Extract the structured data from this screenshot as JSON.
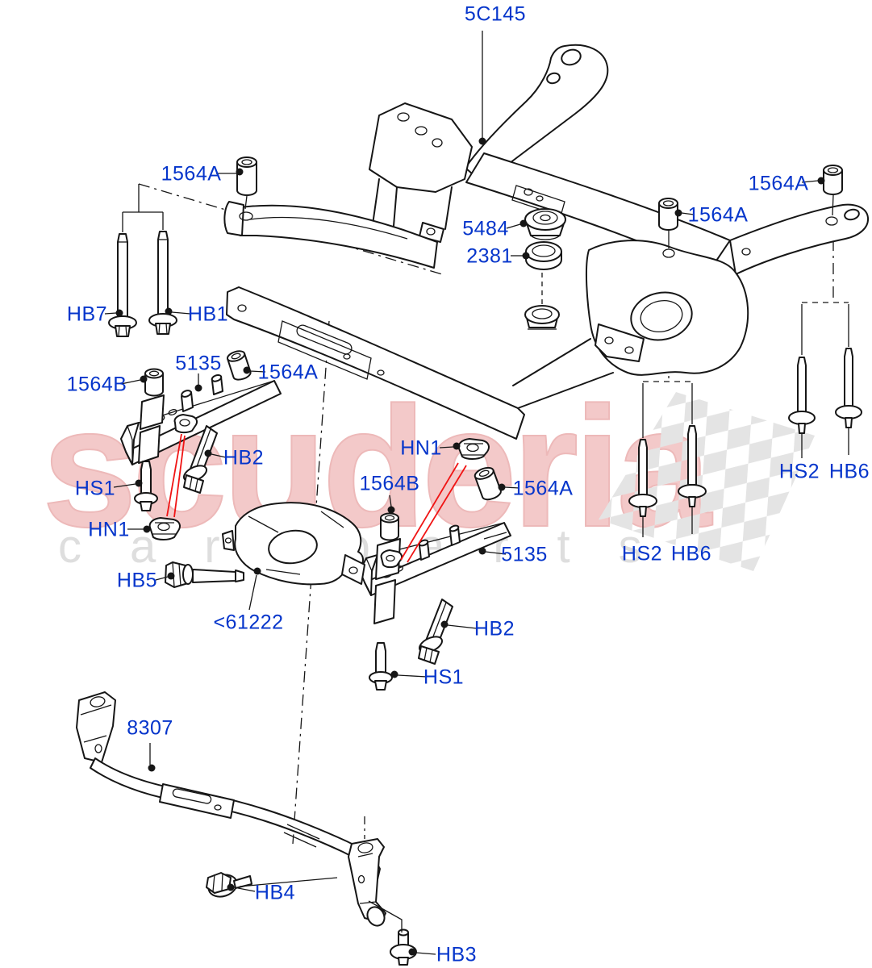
{
  "watermark": {
    "line1": "scuderia",
    "line2": "car parts"
  },
  "colors": {
    "label": "#0535cb",
    "line": "#161616",
    "leader_red": "#f01414",
    "watermark_pink": "#f3c9c9",
    "watermark_gray": "#dedede",
    "checker_gray": "#e4e4e4",
    "background": "#ffffff"
  },
  "part_labels": [
    {
      "id": "5C145",
      "text": "5C145"
    },
    {
      "id": "1564A-top-left",
      "text": "1564A"
    },
    {
      "id": "1564A-right",
      "text": "1564A"
    },
    {
      "id": "1564A-far-right",
      "text": "1564A"
    },
    {
      "id": "5484",
      "text": "5484"
    },
    {
      "id": "2381",
      "text": "2381"
    },
    {
      "id": "HB7",
      "text": "HB7"
    },
    {
      "id": "HB1",
      "text": "HB1"
    },
    {
      "id": "1564B-left",
      "text": "1564B"
    },
    {
      "id": "5135-left",
      "text": "5135"
    },
    {
      "id": "1564A-left",
      "text": "1564A"
    },
    {
      "id": "HB2-left",
      "text": "HB2"
    },
    {
      "id": "HS1-left",
      "text": "HS1"
    },
    {
      "id": "HN1-left",
      "text": "HN1"
    },
    {
      "id": "HB5",
      "text": "HB5"
    },
    {
      "id": "61222",
      "text": "<61222"
    },
    {
      "id": "HN1-right",
      "text": "HN1"
    },
    {
      "id": "1564B-center",
      "text": "1564B"
    },
    {
      "id": "1564A-center",
      "text": "1564A"
    },
    {
      "id": "5135-right",
      "text": "5135"
    },
    {
      "id": "HB2-right",
      "text": "HB2"
    },
    {
      "id": "HS1-right",
      "text": "HS1"
    },
    {
      "id": "8307",
      "text": "8307"
    },
    {
      "id": "HB4",
      "text": "HB4"
    },
    {
      "id": "HB3",
      "text": "HB3"
    },
    {
      "id": "HS2-far",
      "text": "HS2"
    },
    {
      "id": "HB6-far",
      "text": "HB6"
    },
    {
      "id": "HS2-near",
      "text": "HS2"
    },
    {
      "id": "HB6-near",
      "text": "HB6"
    }
  ]
}
